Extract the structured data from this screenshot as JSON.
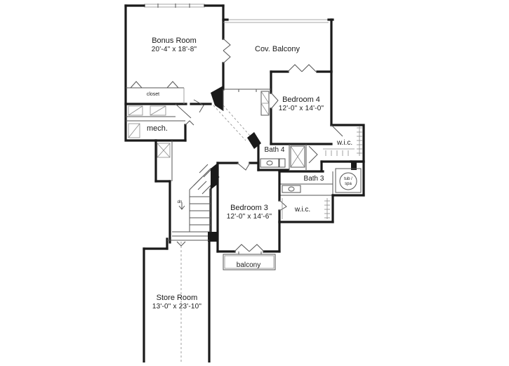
{
  "rooms": {
    "bonus_room": {
      "name": "Bonus Room",
      "dimensions": "20'-4\" x 18'-8\""
    },
    "cov_balcony": {
      "name": "Cov. Balcony"
    },
    "closet": {
      "name": "closet"
    },
    "mech": {
      "name": "mech."
    },
    "bedroom_4": {
      "name": "Bedroom 4",
      "dimensions": "12'-0\" x 14'-0\""
    },
    "wic_4": {
      "name": "w.i.c."
    },
    "bath_4": {
      "name": "Bath 4"
    },
    "bath_3": {
      "name": "Bath 3"
    },
    "tub_spa": {
      "name": "tub / spa"
    },
    "bedroom_3": {
      "name": "Bedroom 3",
      "dimensions": "12'-0\" x 14'-6\""
    },
    "wic_3": {
      "name": "w.i.c."
    },
    "balcony": {
      "name": "balcony"
    },
    "store_room": {
      "name": "Store Room",
      "dimensions": "13'-0\" x 23'-10\""
    }
  },
  "stair": {
    "direction_label": "dn"
  }
}
